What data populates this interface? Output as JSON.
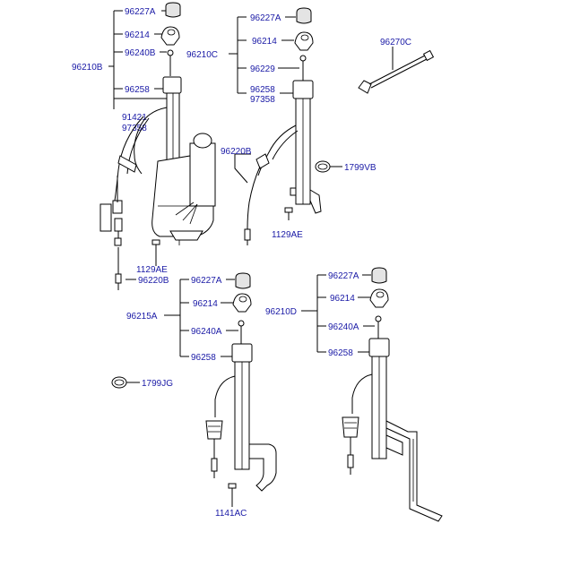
{
  "diagram": {
    "labels": {
      "g1_96227A": "96227A",
      "g1_96214": "96214",
      "g1_96240B": "96240B",
      "g1_96210B": "96210B",
      "g1_96258": "96258",
      "g1_91421": "91421",
      "g1_97358": "97358",
      "g1_1129AE": "1129AE",
      "g1_96220B": "96220B",
      "g2_96227A": "96227A",
      "g2_96214": "96214",
      "g2_96210C": "96210C",
      "g2_96229": "96229",
      "g2_96258": "96258",
      "g2_97358": "97358",
      "g2_96220B": "96220B",
      "g2_1129AE": "1129AE",
      "g3_96270C": "96270C",
      "g3_1799VB": "1799VB",
      "g4_96227A": "96227A",
      "g4_96214": "96214",
      "g4_96215A": "96215A",
      "g4_96240A": "96240A",
      "g4_96258": "96258",
      "g4_1799JG": "1799JG",
      "g4_1141AC": "1141AC",
      "g5_96227A": "96227A",
      "g5_96214": "96214",
      "g5_96210D": "96210D",
      "g5_96240A": "96240A",
      "g5_96258": "96258"
    },
    "colors": {
      "label": "#1a1aa6",
      "line": "#000000",
      "part_fill": "#e4e4e4"
    }
  }
}
